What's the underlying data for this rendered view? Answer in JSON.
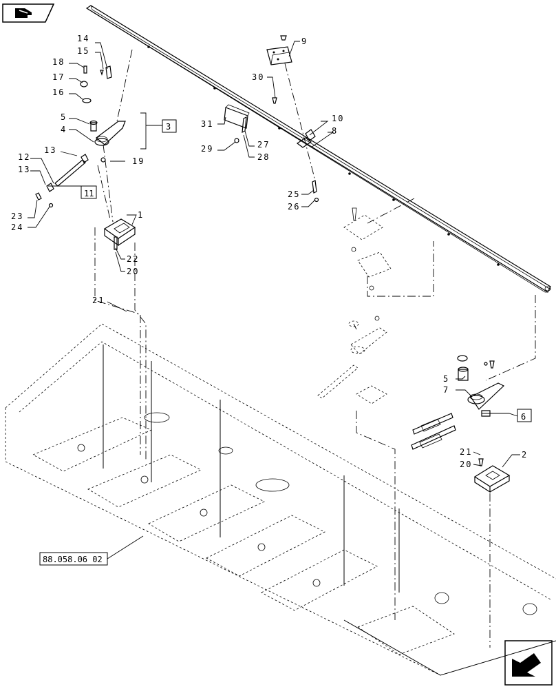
{
  "callouts": {
    "n1": "1",
    "n2": "2",
    "n3": "3",
    "n4": "4",
    "n5": "5",
    "n5b": "5",
    "n6": "6",
    "n7": "7",
    "n8": "8",
    "n9": "9",
    "n10": "10",
    "n11": "11",
    "n12": "12",
    "n13a": "13",
    "n13b": "13",
    "n14": "14",
    "n15": "15",
    "n16": "16",
    "n17": "17",
    "n18": "18",
    "n19": "19",
    "n20a": "20",
    "n20b": "20",
    "n21a": "21",
    "n21b": "21",
    "n22": "22",
    "n23": "23",
    "n24": "24",
    "n25": "25",
    "n26": "26",
    "n27": "27",
    "n28": "28",
    "n29": "29",
    "n30": "30",
    "n31": "31"
  },
  "reference": "88.058.06 02",
  "icons": {
    "top_left": "book-hand-icon",
    "bottom_right": "next-arrow-icon"
  }
}
